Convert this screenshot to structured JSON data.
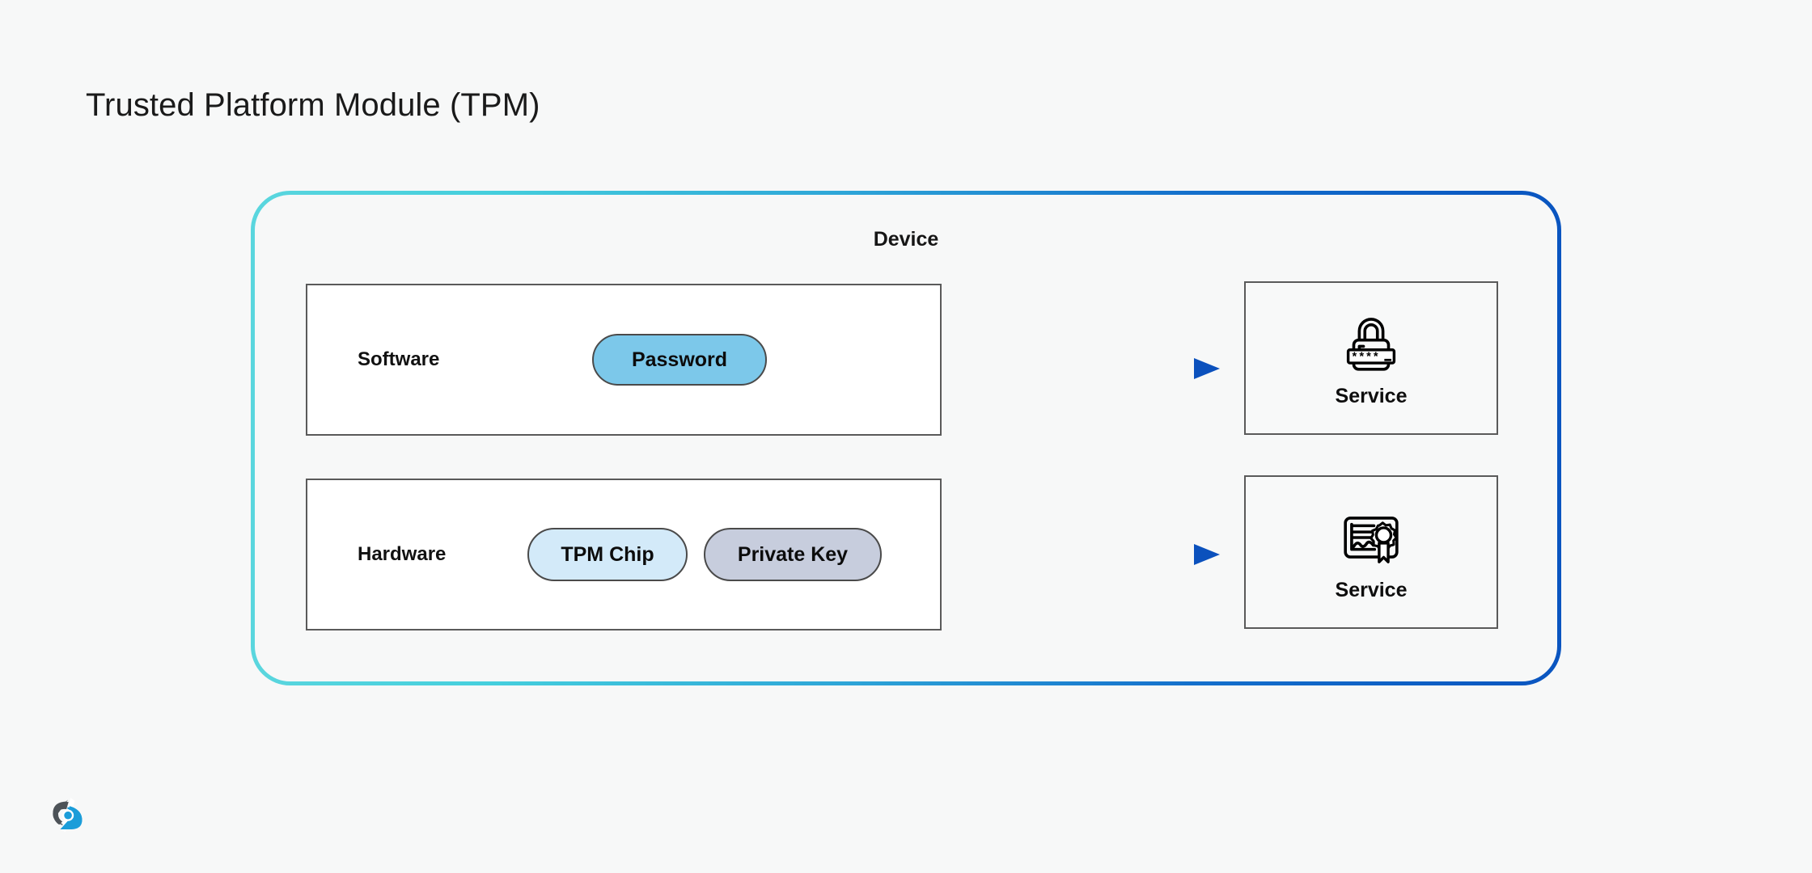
{
  "page": {
    "title": "Trusted Platform Module (TPM)",
    "background_color": "#f7f8f8"
  },
  "device": {
    "title": "Device",
    "border_gradient_start": "#5ad6de",
    "border_gradient_end": "#0a55c0"
  },
  "layers": [
    {
      "id": "software",
      "label": "Software",
      "items": [
        {
          "label": "Password",
          "fill": "#7cc8ea",
          "name": "pill-password"
        }
      ]
    },
    {
      "id": "hardware",
      "label": "Hardware",
      "items": [
        {
          "label": "TPM Chip",
          "fill": "#d3eaf9",
          "name": "pill-tpm-chip"
        },
        {
          "label": "Private Key",
          "fill": "#c7cddd",
          "name": "pill-private-key"
        }
      ]
    }
  ],
  "arrows": [
    {
      "id": "software-to-service",
      "gradient_start": "#48e0e0",
      "gradient_end": "#0b51bd"
    },
    {
      "id": "hardware-to-service",
      "gradient_start": "#48e0e0",
      "gradient_end": "#0b51bd"
    }
  ],
  "services": [
    {
      "label": "Service",
      "icon": "padlock-password-icon",
      "password_mask": "****_"
    },
    {
      "label": "Service",
      "icon": "certificate-seal-icon"
    }
  ],
  "brand": {
    "logo_name": "brand-logo",
    "color_dark": "#4d5358",
    "color_accent": "#1b9dd9"
  }
}
